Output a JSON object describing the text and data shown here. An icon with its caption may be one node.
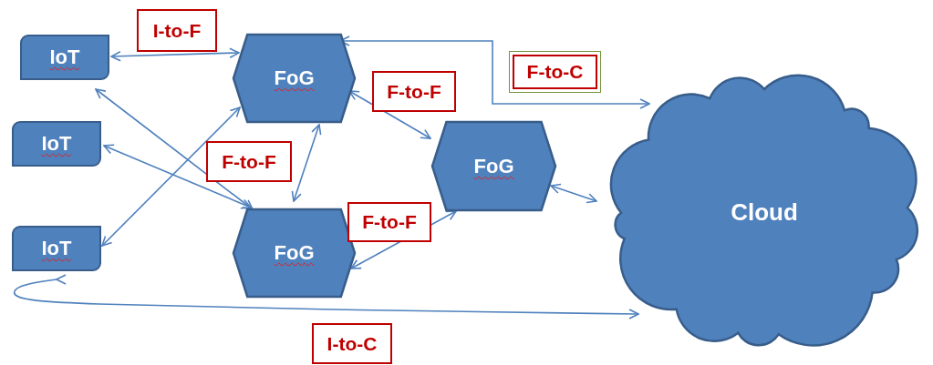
{
  "diagram": {
    "nodes": [
      {
        "text": [
          "IoT"
        ]
      },
      {
        "text": [
          "IoT"
        ]
      },
      {
        "text": [
          "IoT"
        ]
      },
      {
        "text": [
          "FoG"
        ]
      },
      {
        "text": [
          "FoG"
        ]
      },
      {
        "text": [
          "FoG"
        ]
      },
      {
        "text": [
          "Cloud"
        ]
      }
    ],
    "edges": [
      {
        "from": 0,
        "to": 3,
        "arrow": "both"
      },
      {
        "from": 0,
        "to": 4,
        "arrow": "both"
      },
      {
        "from": 1,
        "to": 4,
        "arrow": "both"
      },
      {
        "from": 2,
        "to": 3,
        "arrow": "both"
      },
      {
        "from": 3,
        "to": 4,
        "arrow": "both"
      },
      {
        "from": 3,
        "to": 5,
        "arrow": "both"
      },
      {
        "from": 4,
        "to": 5,
        "arrow": "both"
      },
      {
        "from": 5,
        "to": 6,
        "arrow": "both"
      },
      {
        "from": 3,
        "to": 6,
        "arrow": "both"
      },
      {
        "from": 2,
        "to": 6,
        "arrow": "both"
      }
    ],
    "labels": [
      "I-to-F",
      "F-to-F",
      "F-to-C",
      "F-to-F",
      "F-to-F",
      "I-to-C"
    ]
  }
}
